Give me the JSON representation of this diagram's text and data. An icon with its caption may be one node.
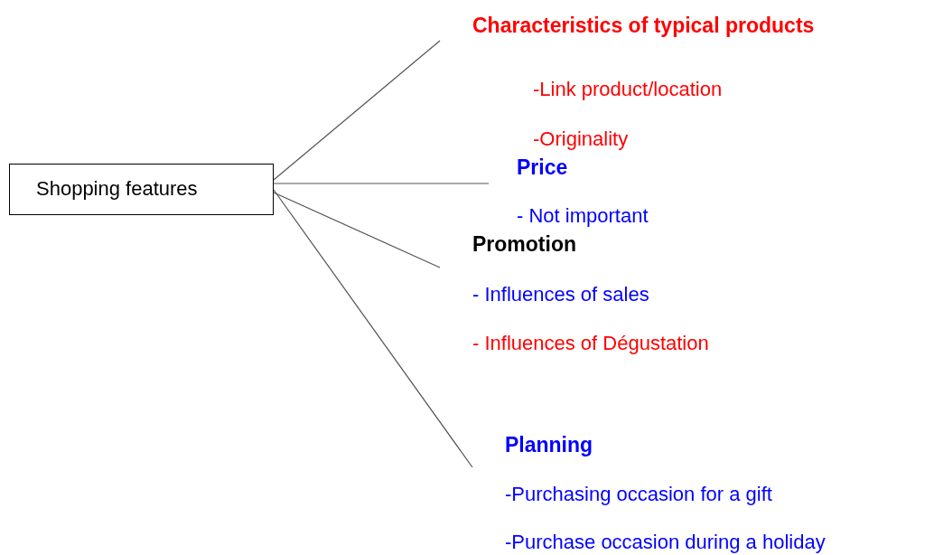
{
  "diagram": {
    "nodes": [
      {
        "text": [
          "Shopping features"
        ]
      },
      {
        "text": [
          "Characteristics of typical products",
          "-Link product/location",
          "-Originality"
        ]
      },
      {
        "text": [
          "Price",
          "- Not important"
        ]
      },
      {
        "text": [
          "Promotion",
          "- Influences of sales",
          "- Influences of Dégustation"
        ]
      },
      {
        "text": [
          "Planning",
          "-Purchasing occasion for a gift",
          "-Purchase occasion during a holiday"
        ]
      }
    ],
    "edges": [
      {
        "from": 0,
        "to": 1,
        "arrow": "none"
      },
      {
        "from": 0,
        "to": 2,
        "arrow": "none"
      },
      {
        "from": 0,
        "to": 3,
        "arrow": "none"
      },
      {
        "from": 0,
        "to": 4,
        "arrow": "none"
      }
    ]
  }
}
